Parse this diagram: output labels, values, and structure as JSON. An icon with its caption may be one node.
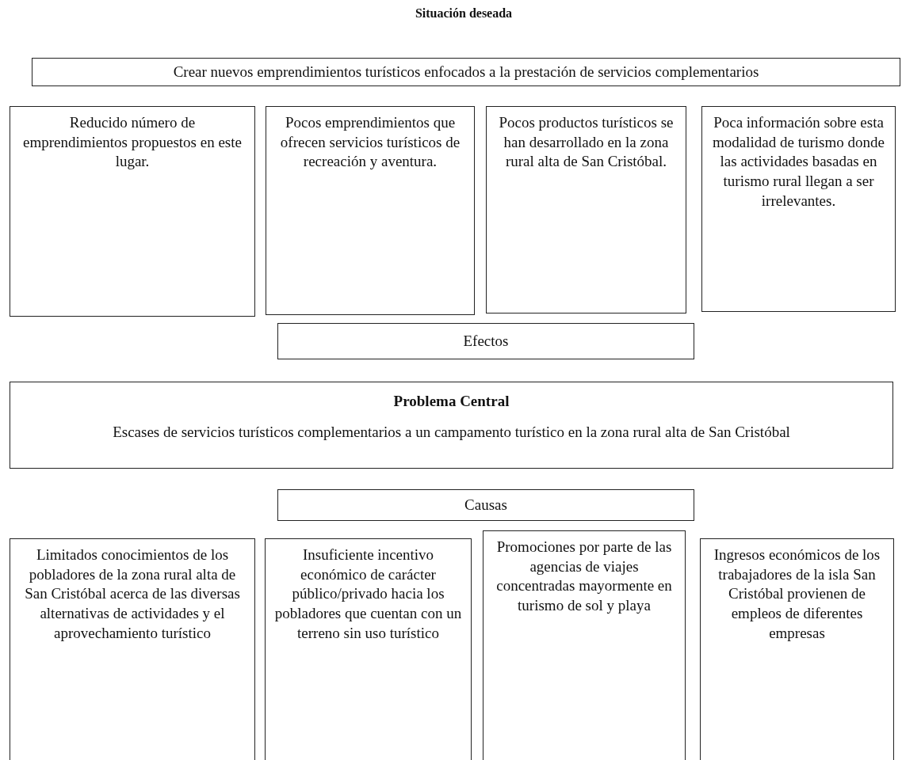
{
  "diagram": {
    "title": "Situación deseada",
    "nodes": [
      {
        "text": [
          "Crear nuevos emprendimientos turísticos enfocados a la prestación de servicios complementarios"
        ]
      },
      {
        "text": [
          "Reducido número de emprendimientos propuestos en este lugar."
        ]
      },
      {
        "text": [
          "Pocos emprendimientos que ofrecen servicios turísticos de recreación y aventura."
        ]
      },
      {
        "text": [
          "Pocos productos turísticos se han desarrollado en la zona rural alta de San Cristóbal."
        ]
      },
      {
        "text": [
          "Poca información sobre esta modalidad de turismo donde las actividades basadas en turismo rural llegan a ser irrelevantes."
        ]
      },
      {
        "text": [
          "Efectos"
        ]
      },
      {
        "text": [
          "Problema Central",
          "Escases de servicios turísticos complementarios a un campamento turístico en la zona rural alta de San Cristóbal"
        ]
      },
      {
        "text": [
          "Causas"
        ]
      },
      {
        "text": [
          "Limitados conocimientos de los pobladores de la zona rural alta de San Cristóbal acerca de las diversas alternativas de actividades y el aprovechamiento turístico"
        ]
      },
      {
        "text": [
          "Insuficiente incentivo económico de carácter público/privado hacia los pobladores que cuentan con un terreno sin uso turístico"
        ]
      },
      {
        "text": [
          "Promociones por parte de las agencias de viajes concentradas mayormente en turismo de sol y playa"
        ]
      },
      {
        "text": [
          "Ingresos económicos de los trabajadores de la isla San Cristóbal provienen de empleos de diferentes empresas"
        ]
      }
    ]
  }
}
